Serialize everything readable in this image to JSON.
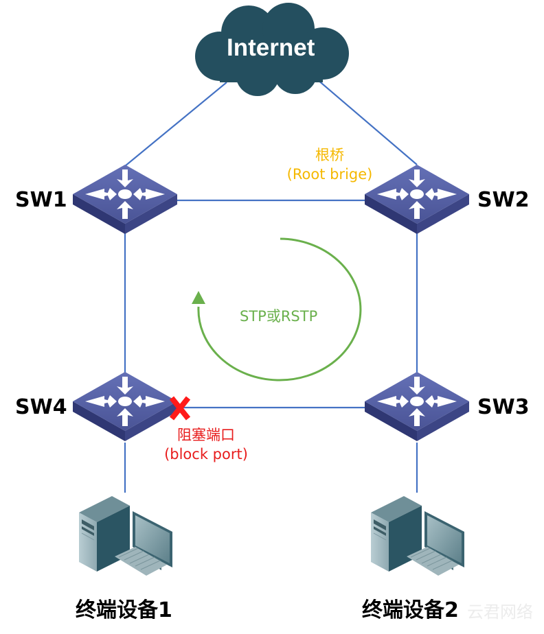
{
  "diagram": {
    "title": "STP/RSTP loop-prevention topology",
    "cloud": {
      "label": "Internet",
      "color": "#244f5f"
    },
    "switches": [
      {
        "id": "sw1",
        "label": "SW1"
      },
      {
        "id": "sw2",
        "label": "SW2",
        "role_cn": "根桥",
        "role_en": "(Root brige)"
      },
      {
        "id": "sw3",
        "label": "SW3"
      },
      {
        "id": "sw4",
        "label": "SW4",
        "port_state_cn": "阻塞端口",
        "port_state_en": "(block port)"
      }
    ],
    "protocol_label": "STP或RSTP",
    "end_devices": [
      {
        "id": "pc1",
        "label": "终端设备1",
        "attached_to": "SW4"
      },
      {
        "id": "pc2",
        "label": "终端设备2",
        "attached_to": "SW3"
      }
    ],
    "links": [
      {
        "from": "Internet",
        "to": "SW1"
      },
      {
        "from": "Internet",
        "to": "SW2"
      },
      {
        "from": "SW1",
        "to": "SW2"
      },
      {
        "from": "SW1",
        "to": "SW4"
      },
      {
        "from": "SW2",
        "to": "SW3"
      },
      {
        "from": "SW4",
        "to": "SW3",
        "state": "blocked"
      },
      {
        "from": "SW4",
        "to": "终端设备1"
      },
      {
        "from": "SW3",
        "to": "终端设备2"
      }
    ],
    "colors": {
      "link": "#4472c4",
      "switch_top": "#5560a4",
      "root_label": "#f5b800",
      "block_label": "#e81c1c",
      "protocol": "#6ab04c"
    },
    "watermark": "云君网络"
  }
}
